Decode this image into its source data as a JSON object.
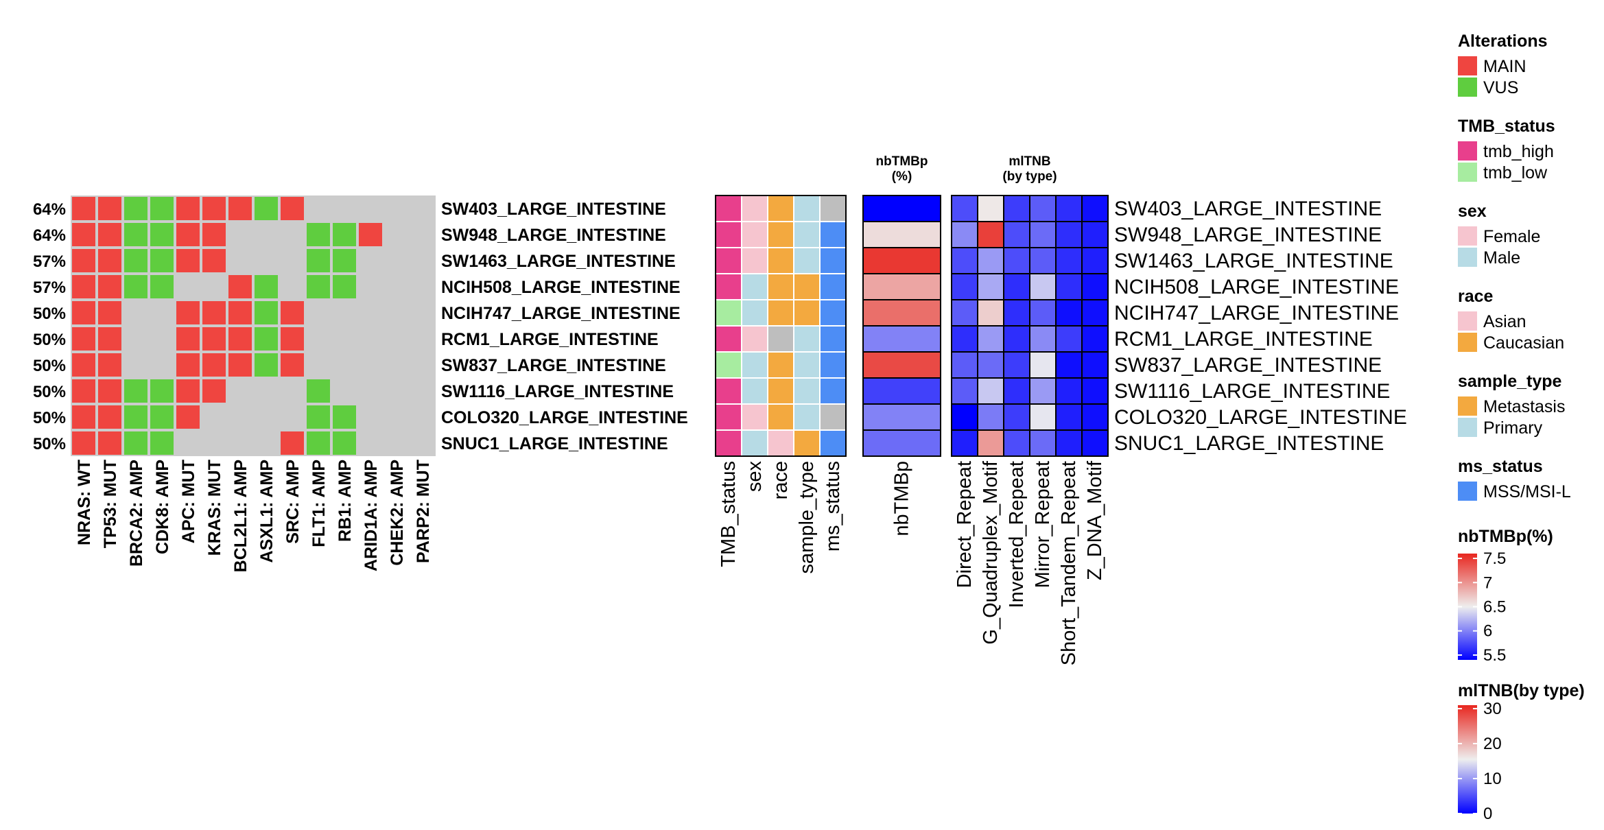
{
  "chart_data": {
    "type": "heatmap",
    "oncoprint": {
      "genes": [
        "NRAS: WT",
        "TP53: MUT",
        "BRCA2: AMP",
        "CDK8: AMP",
        "APC: MUT",
        "KRAS: MUT",
        "BCL2L1: AMP",
        "ASXL1: AMP",
        "SRC: AMP",
        "FLT1: AMP",
        "RB1: AMP",
        "ARID1A: AMP",
        "CHEK2: AMP",
        "PARP2: MUT"
      ],
      "samples": [
        "SW403_LARGE_INTESTINE",
        "SW948_LARGE_INTESTINE",
        "SW1463_LARGE_INTESTINE",
        "NCIH508_LARGE_INTESTINE",
        "NCIH747_LARGE_INTESTINE",
        "RCM1_LARGE_INTESTINE",
        "SW837_LARGE_INTESTINE",
        "SW1116_LARGE_INTESTINE",
        "COLO320_LARGE_INTESTINE",
        "SNUC1_LARGE_INTESTINE"
      ],
      "percentages": [
        "64%",
        "64%",
        "57%",
        "57%",
        "50%",
        "50%",
        "50%",
        "50%",
        "50%",
        "50%"
      ],
      "matrix": [
        [
          "MAIN",
          "MAIN",
          "VUS",
          "VUS",
          "MAIN",
          "MAIN",
          "MAIN",
          "VUS",
          "MAIN",
          "",
          "",
          "",
          "",
          ""
        ],
        [
          "MAIN",
          "MAIN",
          "VUS",
          "VUS",
          "MAIN",
          "MAIN",
          "",
          "",
          "",
          "VUS",
          "VUS",
          "MAIN",
          "",
          ""
        ],
        [
          "MAIN",
          "MAIN",
          "VUS",
          "VUS",
          "MAIN",
          "MAIN",
          "",
          "",
          "",
          "VUS",
          "VUS",
          "",
          "",
          ""
        ],
        [
          "MAIN",
          "MAIN",
          "VUS",
          "VUS",
          "",
          "",
          "MAIN",
          "VUS",
          "",
          "VUS",
          "VUS",
          "",
          "",
          ""
        ],
        [
          "MAIN",
          "MAIN",
          "",
          "",
          "MAIN",
          "MAIN",
          "MAIN",
          "VUS",
          "MAIN",
          "",
          "",
          "",
          "",
          ""
        ],
        [
          "MAIN",
          "MAIN",
          "",
          "",
          "MAIN",
          "MAIN",
          "MAIN",
          "VUS",
          "MAIN",
          "",
          "",
          "",
          "",
          ""
        ],
        [
          "MAIN",
          "MAIN",
          "",
          "",
          "MAIN",
          "MAIN",
          "MAIN",
          "VUS",
          "MAIN",
          "",
          "",
          "",
          "",
          ""
        ],
        [
          "MAIN",
          "MAIN",
          "VUS",
          "VUS",
          "MAIN",
          "MAIN",
          "",
          "",
          "",
          "VUS",
          "",
          "",
          "",
          ""
        ],
        [
          "MAIN",
          "MAIN",
          "VUS",
          "VUS",
          "MAIN",
          "",
          "",
          "",
          "",
          "VUS",
          "VUS",
          "",
          "",
          ""
        ],
        [
          "MAIN",
          "MAIN",
          "VUS",
          "VUS",
          "",
          "",
          "",
          "",
          "MAIN",
          "VUS",
          "VUS",
          "",
          "",
          ""
        ]
      ]
    },
    "annotations": {
      "columns": [
        "TMB_status",
        "sex",
        "race",
        "sample_type",
        "ms_status"
      ],
      "values": [
        [
          "tmb_high",
          "Female",
          "Caucasian",
          "Primary",
          "NA"
        ],
        [
          "tmb_high",
          "Female",
          "Caucasian",
          "Primary",
          "MSS/MSI-L"
        ],
        [
          "tmb_high",
          "Female",
          "Caucasian",
          "Primary",
          "MSS/MSI-L"
        ],
        [
          "tmb_high",
          "Male",
          "Caucasian",
          "Metastasis",
          "MSS/MSI-L"
        ],
        [
          "tmb_low",
          "Male",
          "Caucasian",
          "Metastasis",
          "MSS/MSI-L"
        ],
        [
          "tmb_high",
          "Female",
          "NA",
          "Primary",
          "MSS/MSI-L"
        ],
        [
          "tmb_low",
          "Male",
          "Caucasian",
          "Primary",
          "MSS/MSI-L"
        ],
        [
          "tmb_high",
          "Male",
          "Caucasian",
          "Primary",
          "MSS/MSI-L"
        ],
        [
          "tmb_high",
          "Female",
          "Caucasian",
          "Primary",
          "NA"
        ],
        [
          "tmb_high",
          "Male",
          "Asian",
          "Metastasis",
          "MSS/MSI-L"
        ]
      ]
    },
    "nbTMBp": {
      "title_lines": [
        "nbTMBp",
        "(%)"
      ],
      "column_label": "nbTMBp",
      "values": [
        5.4,
        6.6,
        7.5,
        6.9,
        7.2,
        6.0,
        7.4,
        5.7,
        6.0,
        5.9
      ]
    },
    "mlTNB": {
      "title_lines": [
        "mlTNB",
        "(by type)"
      ],
      "columns": [
        "Direct_Repeat",
        "G_Quadruplex_Motif",
        "Inverted_Repeat",
        "Mirror_Repeat",
        "Short_Tandem_Repeat",
        "Z_DNA_Motif"
      ],
      "values": [
        [
          5,
          16,
          4,
          6,
          3,
          1
        ],
        [
          9,
          29,
          5,
          7,
          3,
          2
        ],
        [
          5,
          10,
          5,
          6,
          3,
          2
        ],
        [
          4,
          11,
          3,
          13,
          3,
          1
        ],
        [
          6,
          18,
          3,
          6,
          1,
          1
        ],
        [
          3,
          10,
          3,
          9,
          4,
          1
        ],
        [
          6,
          7,
          4,
          15,
          1,
          1
        ],
        [
          6,
          13,
          3,
          10,
          2,
          1
        ],
        [
          0,
          8,
          4,
          15,
          2,
          1
        ],
        [
          2,
          22,
          5,
          7,
          2,
          1
        ]
      ]
    },
    "legends": [
      {
        "title": "Alterations",
        "items": [
          {
            "label": "MAIN",
            "color": "#ef4540"
          },
          {
            "label": "VUS",
            "color": "#5fcd3f"
          }
        ]
      },
      {
        "title": "TMB_status",
        "items": [
          {
            "label": "tmb_high",
            "color": "#e83f8c"
          },
          {
            "label": "tmb_low",
            "color": "#a7eca0"
          }
        ]
      },
      {
        "title": "sex",
        "items": [
          {
            "label": "Female",
            "color": "#f6c5cf"
          },
          {
            "label": "Male",
            "color": "#b7dbe5"
          }
        ]
      },
      {
        "title": "race",
        "items": [
          {
            "label": "Asian",
            "color": "#f6c5cf"
          },
          {
            "label": "Caucasian",
            "color": "#f3a93f"
          }
        ]
      },
      {
        "title": "sample_type",
        "items": [
          {
            "label": "Metastasis",
            "color": "#f3a93f"
          },
          {
            "label": "Primary",
            "color": "#b7dbe5"
          }
        ]
      },
      {
        "title": "ms_status",
        "items": [
          {
            "label": "MSS/MSI-L",
            "color": "#4d8df5"
          }
        ]
      }
    ],
    "colorbars": [
      {
        "title": "nbTMBp(%)",
        "ticks": [
          "7.5",
          "7",
          "6.5",
          "6",
          "5.5"
        ],
        "min": 5.4,
        "max": 7.6
      },
      {
        "title": "mlTNB(by type)",
        "ticks": [
          "30",
          "20",
          "10",
          "0"
        ],
        "min": 0,
        "max": 31
      }
    ],
    "colors": {
      "MAIN": "#ef4540",
      "VUS": "#5fcd3f",
      "empty": "#cccccc",
      "NA": "#bebebe",
      "tmb_high": "#e83f8c",
      "tmb_low": "#a7eca0",
      "Female": "#f6c5cf",
      "Male": "#b7dbe5",
      "Asian": "#f6c5cf",
      "Caucasian": "#f3a93f",
      "Metastasis": "#f3a93f",
      "Primary": "#b7dbe5",
      "MSS/MSI-L": "#4d8df5",
      "gradient_low": "#0000ff",
      "gradient_mid": "#eeeeee",
      "gradient_high": "#e8261f"
    }
  }
}
